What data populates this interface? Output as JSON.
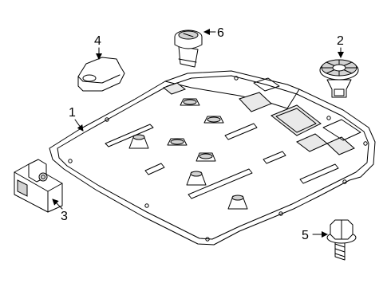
{
  "diagram": {
    "callouts": [
      {
        "id": "1",
        "part": "skid-plate"
      },
      {
        "id": "2",
        "part": "push-rivet-fastener"
      },
      {
        "id": "3",
        "part": "clip-retainer"
      },
      {
        "id": "4",
        "part": "access-cover"
      },
      {
        "id": "5",
        "part": "flange-bolt"
      },
      {
        "id": "6",
        "part": "grommet-plug"
      }
    ]
  }
}
